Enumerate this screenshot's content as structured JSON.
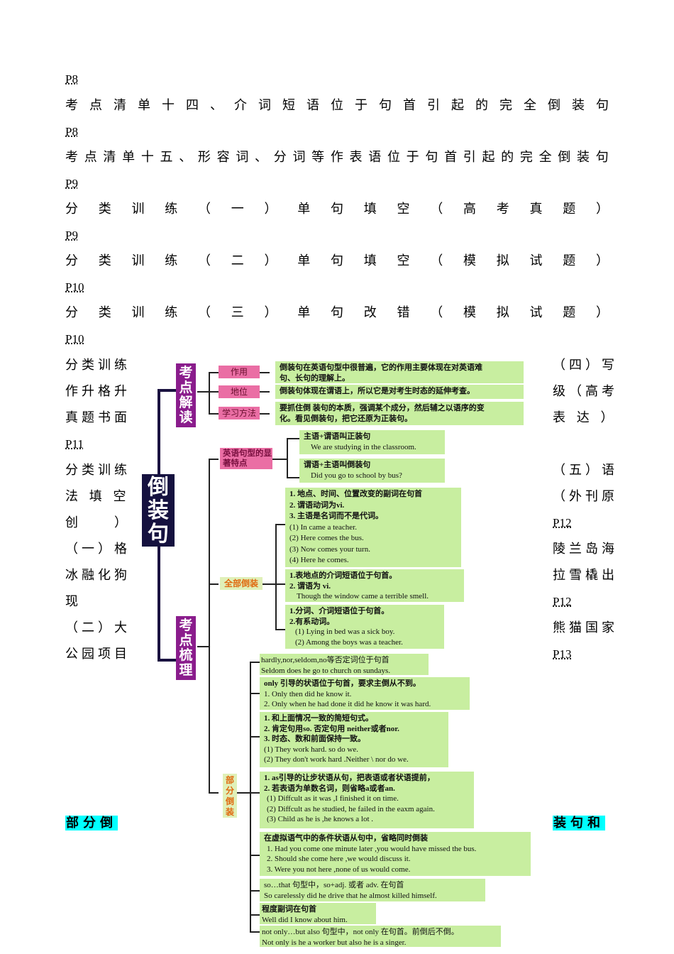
{
  "toc": [
    {
      "title": "考点清单十四、介词短语位于句首引起的完全倒装句",
      "page_above": "P8",
      "page": "P8"
    },
    {
      "title": "考点清单十五、形容词、分词等作表语位于句首引起的完全倒装句",
      "page": "P9"
    },
    {
      "title": "分类训练（一）单句填空（高考真题）",
      "page": "P9"
    },
    {
      "title": "分类训练（二）单句填空（模拟试题）",
      "page": "P10"
    },
    {
      "title": "分类训练（三）单句改错 （模拟试题）",
      "page": "P10"
    }
  ],
  "left_column": {
    "lines": [
      "分类训练",
      "作升格升",
      "真题书面",
      "P11",
      "分类训练",
      "法 填 空",
      "创　　）",
      "（一）格",
      "冰融化狗",
      "现",
      "（二）大",
      "公园项目"
    ]
  },
  "right_column": {
    "lines": [
      "（四）写",
      "级（高考",
      "表 达 ）",
      "",
      "（五）语",
      "（外刊原",
      "P12",
      "陵兰岛海",
      "拉雪橇出",
      "P12",
      "熊猫国家",
      "P13"
    ]
  },
  "highlight": {
    "left": "部分倒",
    "right": "装句和"
  },
  "mindmap": {
    "root": "倒装句",
    "branch1": {
      "label": "考点解读",
      "items": [
        {
          "label": "作用",
          "text": [
            "倒装句在英语句型中很普遍，它的作用主要体现在对英语难",
            "句、长句的理解上。"
          ]
        },
        {
          "label": "地位",
          "text": [
            "倒装句体现在谓语上，所以它是对考生时态的延伸考查。"
          ]
        },
        {
          "label": "学习方法",
          "text": [
            "要抓住倒 装句的本质，强调某个成分，然后辅之以语序的变",
            "化。看见倒装句，把它还原为正装句。"
          ]
        }
      ]
    },
    "branch2": {
      "label": "考点梳理",
      "features": {
        "label": "英语句型的显著特点",
        "items": [
          {
            "cn": "主语+谓语叫正装句",
            "en": "We are studying in the classroom."
          },
          {
            "cn": "谓语+主语叫倒装句",
            "en": "Did you go to school by bus?"
          }
        ]
      },
      "full": {
        "label": "全部倒装",
        "boxes": [
          [
            "1. 地点、时间、位置改变的副词在句首",
            "2. 谓语动词为vi.",
            "3. 主语是名词而不是代词。",
            "(1) In came a teacher.",
            "(2) Here comes the bus.",
            "(3) Now comes your turn.",
            "(4) Here he comes."
          ],
          [
            "1.表地点的介词短语位于句首。",
            "2. 谓语为 vi.",
            "Though the window came a terrible smell."
          ],
          [
            "1.分词、介词短语位于句首。",
            "2.有系动词。",
            "(1) Lying in bed was a sick boy.",
            "(2) Among the boys was a teacher."
          ]
        ]
      },
      "partial": {
        "label": "部分倒装",
        "boxes": [
          [
            "hardly,nor,seldom,no等否定词位于句首",
            "Seldom does he go to church on sundays."
          ],
          [
            "only 引导的状语位于句首，要求主倒从不到。",
            "1. Only then did he know it.",
            "2. Only when he had done it did he know it was hard."
          ],
          [
            "1. 和上面情况一致的简短句式。",
            "2. 肯定句用so. 否定句用 neither或者nor.",
            "3. 时态、数和前面保持一致。",
            "(1) They work hard. so do we.",
            "(2) They don't work hard .Neither \\ nor do we."
          ],
          [
            "1. as引导的让步状语从句，把表语或者状语提前，",
            "2. 若表语为单数名词，则省略a或者an.",
            "(1) Diffcult as it was ,I finished it on time.",
            "(2) Diffcult as he studied, he failed in the eaxm again.",
            "(3) Child as he is ,he knows a lot ."
          ],
          [
            "在虚拟语气中的条件状语从句中，省略同时倒装",
            "1.  Had you come one minute later ,you would have missed the bus.",
            "2.  Should she come here ,we would discuss it.",
            "3.  Were you not here ,none of  us would come."
          ],
          [
            "so…that 句型中，so+adj. 或者 adv. 在句首",
            "So carelessly did he drive that he almost killed himself."
          ],
          [
            "程度副词在句首",
            "Well did I know about him."
          ],
          [
            "not only…but also 句型中，not only 在句首。前倒后不倒。",
            "Not only is  he  a worker but also he is a singer."
          ]
        ]
      }
    }
  },
  "colors": {
    "highlight": "#00ffff",
    "root_bg": "#15113f",
    "purple": "#8a1c8c",
    "pink": "#ea6ea4",
    "green_box": "#c8eea0",
    "orange_text": "#e06a10"
  }
}
